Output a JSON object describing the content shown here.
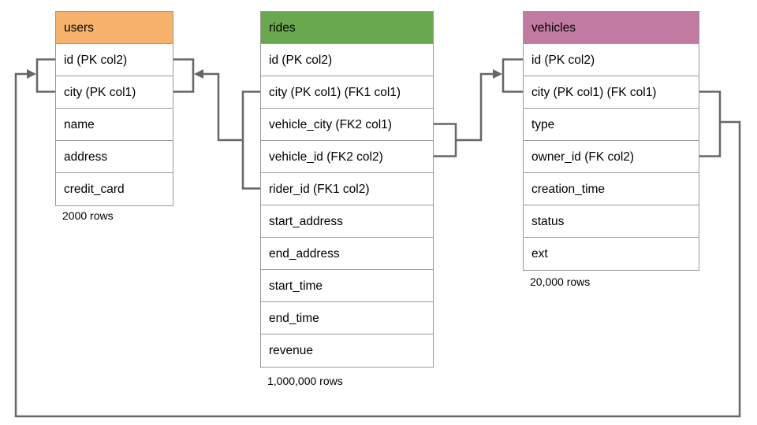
{
  "diagram": {
    "colors": {
      "line": "#666666",
      "border": "#999999",
      "text": "#000000",
      "background": "#ffffff"
    },
    "tables": [
      {
        "name": "users",
        "header_color": "#F6B26B",
        "columns": [
          "id (PK col2)",
          "city (PK col1)",
          "name",
          "address",
          "credit_card"
        ],
        "rows_label": "2000 rows"
      },
      {
        "name": "rides",
        "header_color": "#6AA84F",
        "columns": [
          "id (PK col2)",
          "city (PK col1) (FK1 col1)",
          "vehicle_city (FK2 col1)",
          "vehicle_id (FK2 col2)",
          "rider_id (FK1 col2)",
          "start_address",
          "end_address",
          "start_time",
          "end_time",
          "revenue"
        ],
        "rows_label": "1,000,000 rows"
      },
      {
        "name": "vehicles",
        "header_color": "#C27BA0",
        "columns": [
          "id (PK col2)",
          "city (PK col1) (FK col1)",
          "type",
          "owner_id (FK col2)",
          "creation_time",
          "status",
          "ext"
        ],
        "rows_label": "20,000 rows"
      }
    ],
    "relationships": [
      {
        "from": "rides: city (FK1 col1), rider_id (FK1 col2)",
        "to": "users: id (PK col2), city (PK col1)"
      },
      {
        "from": "rides: vehicle_city (FK2 col1), vehicle_id (FK2 col2)",
        "to": "vehicles: id (PK col2), city (PK col1)"
      },
      {
        "from": "vehicles: city (FK col1), owner_id (FK col2)",
        "to": "users: id (PK col2), city (PK col1)"
      }
    ]
  }
}
